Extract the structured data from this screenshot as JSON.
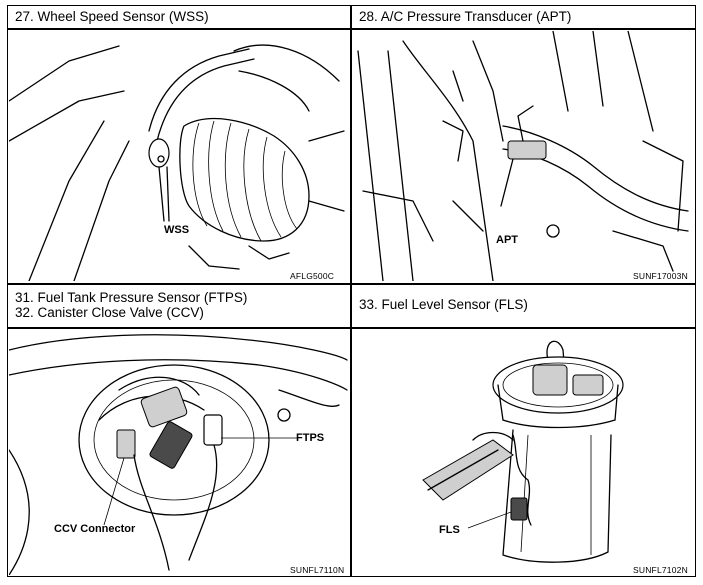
{
  "panels": [
    {
      "title": "27.  Wheel Speed Sensor (WSS)",
      "code": "AFLG500C",
      "callouts": [
        "WSS"
      ]
    },
    {
      "title": "28.  A/C Pressure Transducer (APT)",
      "code": "SUNF17003N",
      "callouts": [
        "APT"
      ]
    },
    {
      "title_line1": "31.  Fuel Tank Pressure Sensor (FTPS)",
      "title_line2": "32.  Canister Close Valve (CCV)",
      "code": "SUNFL7110N",
      "callouts": [
        "FTPS",
        "CCV Connector"
      ]
    },
    {
      "title": "33.  Fuel Level Sensor (FLS)",
      "code": "SUNFL7102N",
      "callouts": [
        "FLS"
      ]
    }
  ]
}
